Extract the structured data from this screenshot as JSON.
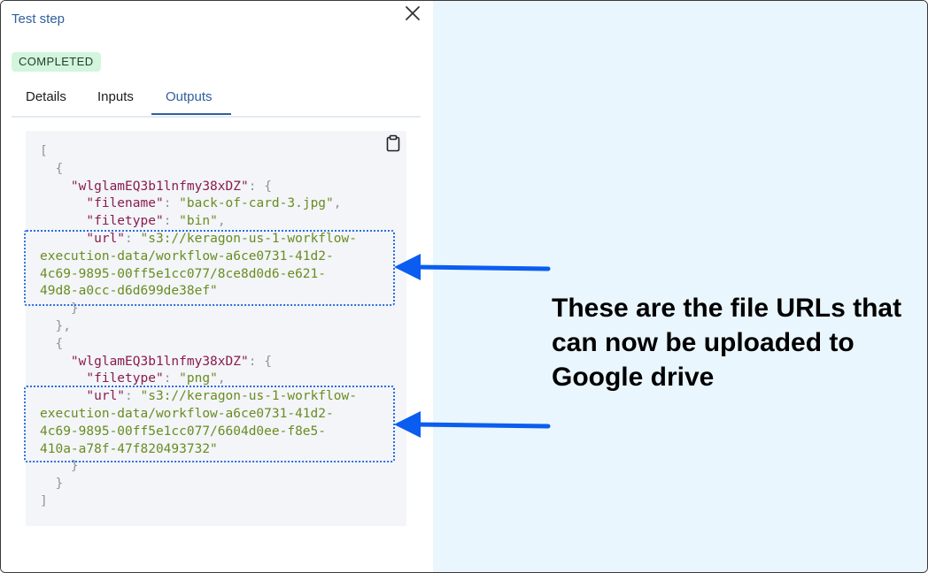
{
  "dialog": {
    "title": "Test step",
    "status": "COMPLETED",
    "close_icon": "close-icon",
    "tabs": [
      {
        "label": "Details"
      },
      {
        "label": "Inputs"
      },
      {
        "label": "Outputs",
        "active": true
      }
    ]
  },
  "output": {
    "copy_icon": "clipboard-icon",
    "open_bracket": "[",
    "close_bracket": "]",
    "open_brace": "{",
    "close_brace": "}",
    "close_brace_comma": "},",
    "items": [
      {
        "key": "\"wlglamEQ3b1lnfmy38xDZ\"",
        "filename_key": "\"filename\"",
        "filename": "\"back-of-card-3.jpg\"",
        "filetype_key": "\"filetype\"",
        "filetype": "\"bin\"",
        "url_key": "\"url\"",
        "url_line1": "\"s3://keragon-us-1-workflow-",
        "url_line2": "execution-data/workflow-a6ce0731-41d2-",
        "url_line3": "4c69-9895-00ff5e1cc077/8ce8d0d6-e621-",
        "url_line4": "49d8-a0cc-d6d699de38ef\""
      },
      {
        "key": "\"wlglamEQ3b1lnfmy38xDZ\"",
        "filetype_key": "\"filetype\"",
        "filetype": "\"png\"",
        "url_key": "\"url\"",
        "url_line1": "\"s3://keragon-us-1-workflow-",
        "url_line2": "execution-data/workflow-a6ce0731-41d2-",
        "url_line3": "4c69-9895-00ff5e1cc077/6604d0ee-f8e5-",
        "url_line4": "410a-a78f-47f820493732\""
      }
    ]
  },
  "annotation": {
    "message": "These are the file URLs that can now be uploaded to Google drive",
    "highlight_color": "#2b6de0",
    "arrow_color": "#0a5df0"
  },
  "colors": {
    "accent": "#2f5f9e",
    "badge_bg": "#d3f5de",
    "code_key": "#8a1c4f",
    "code_string": "#6a8c21",
    "right_bg": "#eaf6fd"
  }
}
